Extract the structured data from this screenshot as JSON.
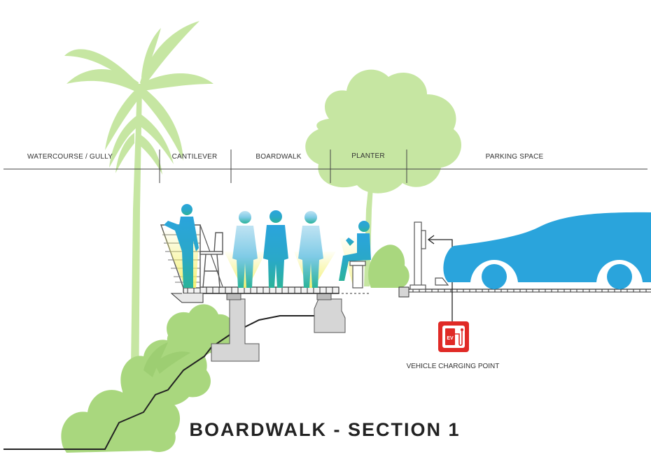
{
  "title": "BOARDWALK - SECTION 1",
  "zones": [
    {
      "label": "WATERCOURSE / GULLY"
    },
    {
      "label": "CANTILEVER"
    },
    {
      "label": "BOARDWALK"
    },
    {
      "label": "PLANTER"
    },
    {
      "label": "PARKING  SPACE"
    }
  ],
  "charging_point": {
    "caption": "VEHICLE CHARGING POINT",
    "icon": "ev-charger-icon",
    "icon_letters": "EV"
  },
  "colors": {
    "foliage": "#c6e6a2",
    "foliage_dark": "#a9d77e",
    "people_blue": "#2aa4dc",
    "people_teal": "#2bb39a",
    "light_beam": "#f3f06a",
    "car": "#2aa4dc",
    "concrete": "#d6d6d6",
    "ev_red": "#e02a26",
    "line": "#222222"
  }
}
